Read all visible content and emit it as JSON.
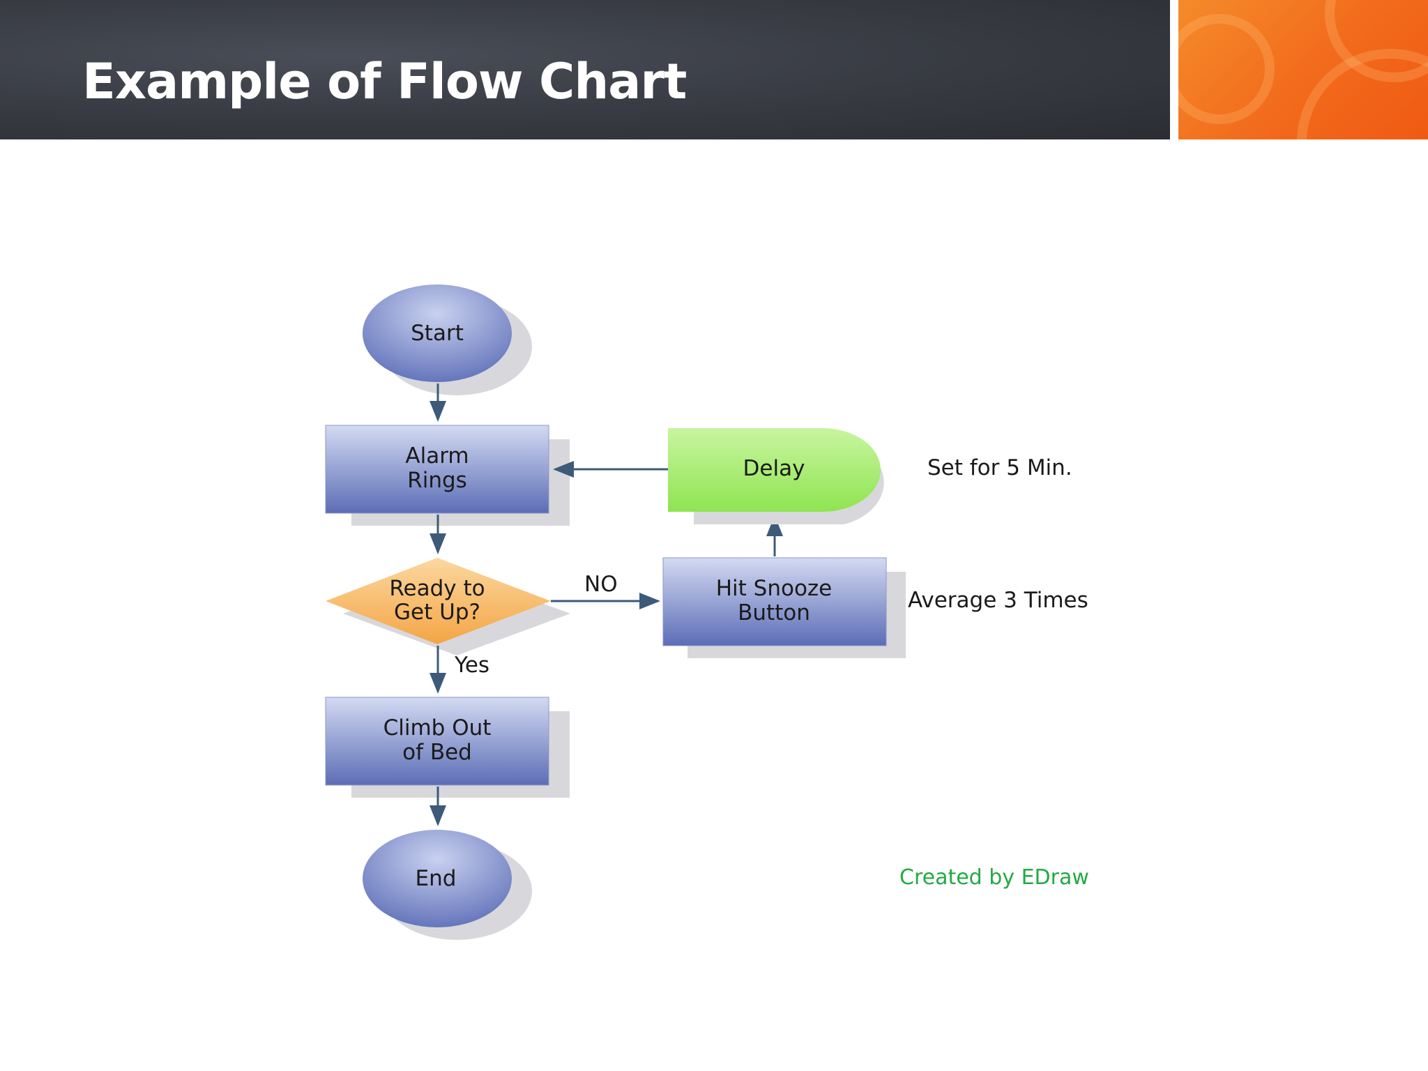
{
  "slide": {
    "title": "Example of Flow Chart"
  },
  "flowchart": {
    "nodes": {
      "start": "Start",
      "alarm_line1": "Alarm",
      "alarm_line2": "Rings",
      "decision_line1": "Ready to",
      "decision_line2": "Get Up?",
      "climb_line1": "Climb Out",
      "climb_line2": "of Bed",
      "end": "End",
      "snooze_line1": "Hit Snooze",
      "snooze_line2": "Button",
      "delay": "Delay"
    },
    "edges": {
      "no_label": "NO",
      "yes_label": "Yes"
    },
    "annotations": {
      "delay_note": "Set for 5 Min.",
      "snooze_note": "Average 3 Times",
      "credit": "Created by EDraw"
    },
    "colors": {
      "process_blue_top": "#c9d2ee",
      "process_blue_bottom": "#5b6db5",
      "decision_orange": "#f6b058",
      "delay_green": "#a6ec6a",
      "arrow": "#3d5a78",
      "credit_green": "#22aa44"
    }
  }
}
